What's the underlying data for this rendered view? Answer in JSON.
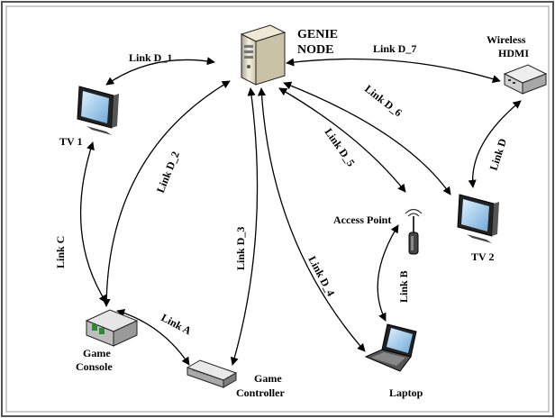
{
  "diagram": {
    "nodes": {
      "genie_line1": "GENIE",
      "genie_line2": "NODE",
      "tv1": "TV 1",
      "tv2": "TV 2",
      "wireless_line1": "Wireless",
      "wireless_line2": "HDMI",
      "access_point": "Access Point",
      "game_console_line1": "Game",
      "game_console_line2": "Console",
      "game_controller_line1": "Game",
      "game_controller_line2": "Controller",
      "laptop": "Laptop"
    },
    "links": {
      "d1": "Link D_1",
      "d2": "Link D_2",
      "d3": "Link D_3",
      "d4": "Link D_4",
      "d5": "Link D_5",
      "d6": "Link D_6",
      "d7": "Link D_7",
      "a": "Link A",
      "b": "Link B",
      "c": "Link C",
      "d": "Link D"
    },
    "colors": {
      "frame": "#555555",
      "line": "#000000",
      "device_body": "#d9d9d9",
      "device_dark": "#333333",
      "screen": "#8fc3e8"
    }
  }
}
